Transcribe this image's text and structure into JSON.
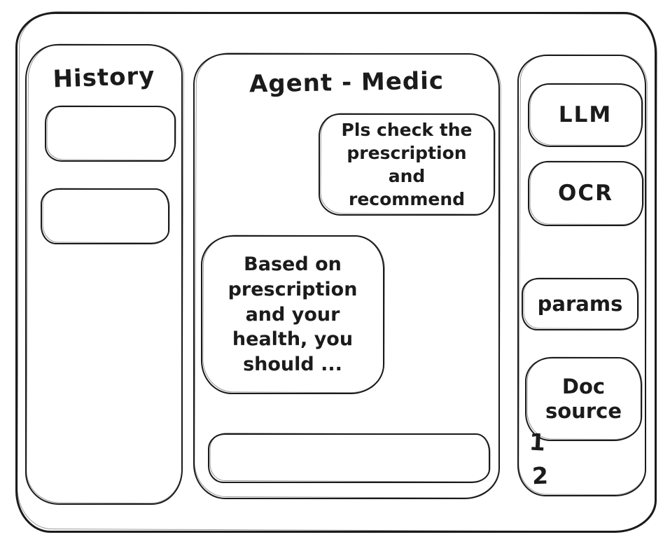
{
  "window": {
    "background": "#ffffff",
    "stroke_color": "#1b1b1b"
  },
  "history_panel": {
    "title": "History",
    "items": [
      {
        "label": ""
      },
      {
        "label": ""
      }
    ]
  },
  "chat_panel": {
    "title": "Agent - Medic",
    "messages": [
      {
        "role": "user",
        "text": "Pls check the prescription and recommend"
      },
      {
        "role": "assistant",
        "text": "Based on prescription and your health, you should ..."
      }
    ],
    "input": {
      "value": ""
    }
  },
  "tools_panel": {
    "buttons": [
      {
        "id": "llm",
        "label": "LLM"
      },
      {
        "id": "ocr",
        "label": "OCR"
      },
      {
        "id": "params",
        "label": "params"
      },
      {
        "id": "doc-source",
        "label": "Doc source"
      }
    ],
    "doc_source_items": [
      "1",
      "2"
    ]
  }
}
